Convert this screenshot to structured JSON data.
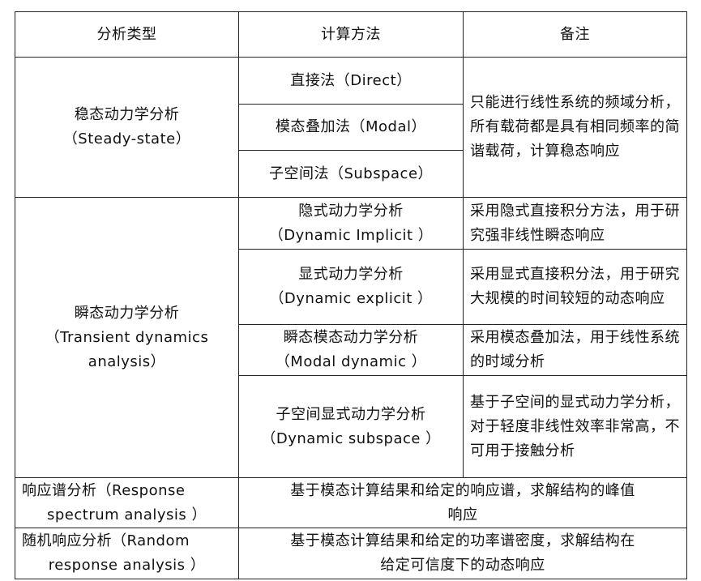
{
  "headers": {
    "type": "分析类型",
    "method": "计算方法",
    "note": "备注"
  },
  "steady": {
    "type_cn": "稳态动力学分析",
    "type_en": "（Steady-state）",
    "methods": [
      "直接法（Direct）",
      "模态叠加法（Modal）",
      "子空间法（Subspace）"
    ],
    "note": "只能进行线性系统的频域分析，所有载荷都是具有相同频率的简谐载荷，计算稳态响应"
  },
  "transient": {
    "type_cn": "瞬态动力学分析",
    "type_en_1": "（Transient dynamics",
    "type_en_2": "analysis）",
    "rows": [
      {
        "method_cn": "隐式动力学分析",
        "method_en": "（Dynamic Implicit ）",
        "note": "采用隐式直接积分方法，用于研究强非线性瞬态响应"
      },
      {
        "method_cn": "显式动力学分析",
        "method_en": "（Dynamic explicit ）",
        "note": "采用显式直接积分法，用于研究大规模的时间较短的动态响应"
      },
      {
        "method_cn": "瞬态模态动力学分析",
        "method_en": "（Modal dynamic ）",
        "note": "采用模态叠加法，用于线性系统的时域分析"
      },
      {
        "method_cn": "子空间显式动力学分析",
        "method_en": "（Dynamic subspace ）",
        "note": "基于子空间的显式动力学分析，对于轻度非线性效率非常高，不可用于接触分析"
      }
    ]
  },
  "response_spectrum": {
    "type_1": "响应谱分析（Response",
    "type_2": "spectrum analysis ）",
    "note_1": "基于模态计算结果和给定的响应谱，求解结构的峰值",
    "note_2": "响应"
  },
  "random_response": {
    "type_1": "随机响应分析（Random",
    "type_2": "response analysis ）",
    "note_1": "基于模态计算结果和给定的功率谱密度，求解结构在",
    "note_2": "给定可信度下的动态响应"
  }
}
